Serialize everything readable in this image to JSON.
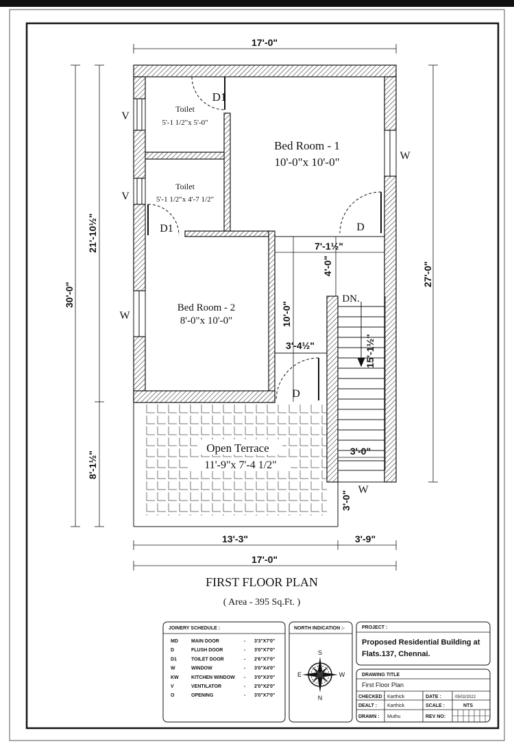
{
  "plan": {
    "title": "FIRST FLOOR PLAN",
    "area": "( Area - 395 Sq.Ft. )",
    "rooms": {
      "toilet1_name": "Toilet",
      "toilet1_size": "5'-1 1/2\"x 5'-0\"",
      "toilet2_name": "Toilet",
      "toilet2_size": "5'-1 1/2\"x 4'-7 1/2\"",
      "bed1_name": "Bed Room - 1",
      "bed1_size": "10'-0\"x 10'-0\"",
      "bed2_name": "Bed Room - 2",
      "bed2_size": "8'-0\"x 10'-0\"",
      "terrace_name": "Open Terrace",
      "terrace_size": "11'-9\"x 7'-4 1/2\""
    },
    "labels": {
      "d1_top": "D1",
      "d1_left": "D1",
      "v_top": "V",
      "v_mid": "V",
      "w_left": "W",
      "w_right": "W",
      "w_bottom": "W",
      "d_bed1": "D",
      "d_stair": "D",
      "dn": "DN."
    },
    "dimensions": {
      "top_width": "17'-0\"",
      "total_depth": "30'-0\"",
      "upper_depth": "21'-10½\"",
      "lower_depth": "8'-1½\"",
      "right_depth": "27'-0\"",
      "passage_width": "7'-1½\"",
      "passage_depth": "4'-0\"",
      "stair_depth": "10'-0\"",
      "landing_width": "3'-4½\"",
      "stair_run": "15'-1½\"",
      "stair_width": "3'-0\"",
      "bottom_offset": "3'-0\"",
      "bottom_left": "13'-3\"",
      "bottom_right": "3'-9\"",
      "bottom_total": "17'-0\""
    }
  },
  "joinery": {
    "heading": "JOINERY SCHEDULE :",
    "rows": [
      {
        "code": "MD",
        "name": "MAIN DOOR",
        "size": "3'3\"X7'0\""
      },
      {
        "code": "D",
        "name": "FLUSH DOOR",
        "size": "3'0\"X7'0\""
      },
      {
        "code": "D1",
        "name": "TOILET DOOR",
        "size": "2'6\"X7'0\""
      },
      {
        "code": "W",
        "name": "WINDOW",
        "size": "3'0\"X4'0\""
      },
      {
        "code": "KW",
        "name": "KITCHEN WINDOW",
        "size": "3'0\"X3'0\""
      },
      {
        "code": "V",
        "name": "VENTILATOR",
        "size": "2'0\"X2'0\""
      },
      {
        "code": "O",
        "name": "OPENING",
        "size": "3'0\"X7'0\""
      }
    ]
  },
  "north": {
    "heading": "NORTH INDICATION :-",
    "s": "S",
    "e": "E",
    "w": "W",
    "n": "N"
  },
  "titleblock": {
    "project_label": "PROJECT :",
    "project_line1": "Proposed Residential Building at",
    "project_line2": "Flats.137, Chennai.",
    "drawing_title_label": "DRAWING TITLE",
    "drawing_title": "First Floor Plan",
    "checked_label": "CHECKED :",
    "checked": "Karthick",
    "dealt_label": "DEALT :",
    "dealt": "Karthick",
    "drawn_label": "DRAWN :",
    "drawn": "Muthu",
    "date_label": "DATE :",
    "date": "05/02/2022",
    "scale_label": "SCALE :",
    "scale": "NTS",
    "revno_label": "REV NO:"
  }
}
